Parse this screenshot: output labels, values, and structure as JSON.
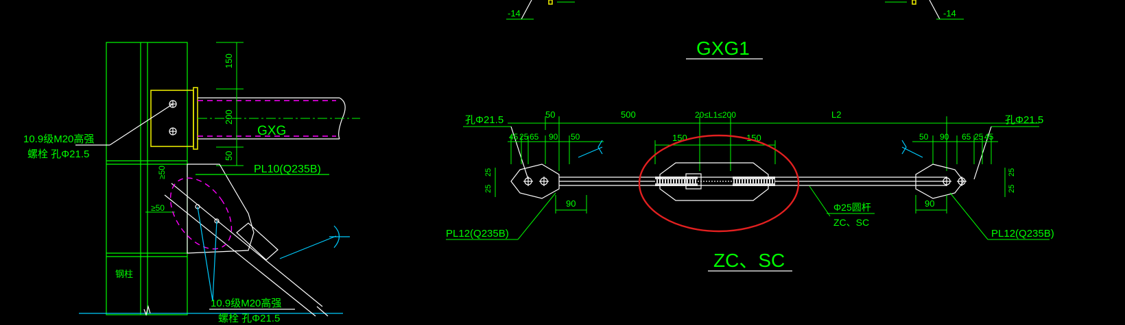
{
  "drawing": {
    "left_detail": {
      "dims": [
        "150",
        "200",
        "50",
        "≥50",
        "≥50"
      ],
      "member_label": "GXG",
      "bolt_note_top_1": "10.9级M20高强",
      "bolt_note_top_2": "螺栓 孔Φ21.5",
      "plate_label": "PL10(Q235B)",
      "column_label": "钢柱",
      "bolt_note_bottom_1": "10.9级M20高强",
      "bolt_note_bottom_2": "螺栓 孔Φ21.5"
    },
    "top_detail": {
      "weld_left": "-14",
      "weld_right": "-14",
      "title": "GXG1"
    },
    "brace_detail": {
      "hole_left": "孔Φ21.5",
      "hole_right": "孔Φ21.5",
      "dims_top": [
        "50",
        "500",
        "20≤L1≤200",
        "L2"
      ],
      "dims_mid_left": [
        "45",
        "25",
        "65",
        "90",
        "50"
      ],
      "dims_mid_right": [
        "50",
        "90",
        "65",
        "25",
        "45"
      ],
      "dims_center": [
        "150",
        "150"
      ],
      "dims_side": [
        "25",
        "25",
        "25",
        "25"
      ],
      "dims_bottom": [
        "90",
        "90"
      ],
      "rod_label_1": "Φ25圆杆",
      "rod_label_2": "ZC、SC",
      "plate_left": "PL12(Q235B)",
      "plate_right": "PL12(Q235B)",
      "title": "ZC、SC"
    },
    "colors": {
      "background": "#000000",
      "text": "#00ff00",
      "outline": "#ffffff",
      "leader": "#00ccff",
      "highlight": "#ff00ff",
      "callout": "#e32020"
    }
  }
}
